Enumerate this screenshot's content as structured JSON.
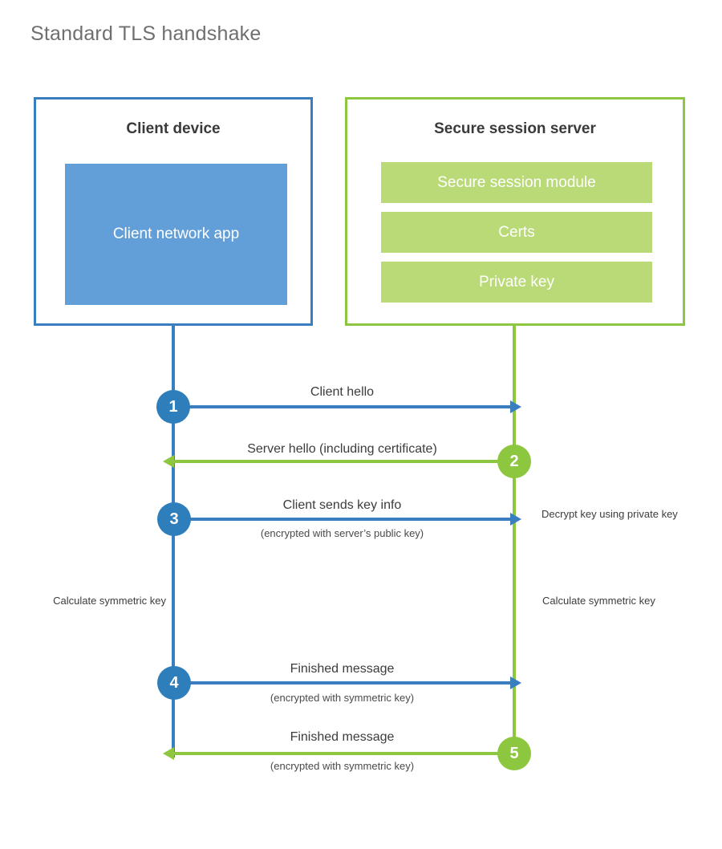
{
  "title": "Standard TLS handshake",
  "colors": {
    "client_border": "#3A7EBF",
    "client_fill": "#629FD9",
    "server_border": "#8DC63F",
    "server_fill": "#B9DA77",
    "client_accent": "#2E7EBB",
    "server_accent": "#8DC63F",
    "title_text": "#6F6F6F",
    "body_text": "#3C3C3C"
  },
  "client": {
    "title": "Client device",
    "app_label": "Client network app"
  },
  "server": {
    "title": "Secure session server",
    "components": [
      {
        "label": "Secure session module"
      },
      {
        "label": "Certs"
      },
      {
        "label": "Private key"
      }
    ]
  },
  "steps": [
    {
      "number": "1",
      "label": "Client hello",
      "sublabel": "",
      "direction": "client-to-server",
      "side": "client"
    },
    {
      "number": "2",
      "label": "Server hello (including certificate)",
      "sublabel": "",
      "direction": "server-to-client",
      "side": "server"
    },
    {
      "number": "3",
      "label": "Client sends key info",
      "sublabel": "(encrypted with server’s public key)",
      "direction": "client-to-server",
      "side": "client"
    },
    {
      "number": "4",
      "label": "Finished message",
      "sublabel": "(encrypted with symmetric key)",
      "direction": "client-to-server",
      "side": "client"
    },
    {
      "number": "5",
      "label": "Finished message",
      "sublabel": "(encrypted with symmetric key)",
      "direction": "server-to-client",
      "side": "server"
    }
  ],
  "notes": {
    "decrypt_key": "Decrypt key using private key",
    "client_calculate": "Calculate symmetric key",
    "server_calculate": "Calculate symmetric key"
  }
}
